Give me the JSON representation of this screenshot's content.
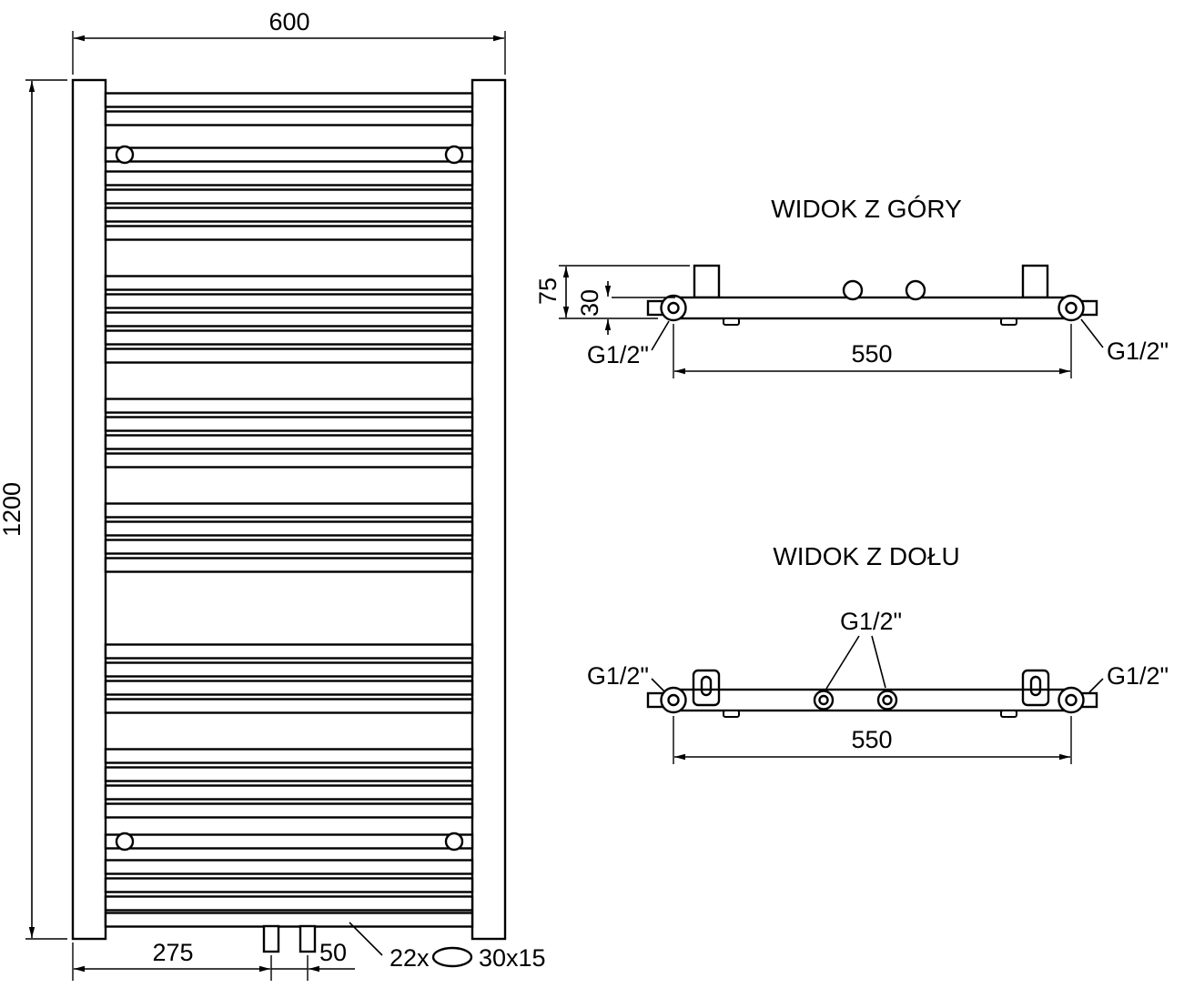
{
  "colors": {
    "line": "#000000",
    "background": "#ffffff"
  },
  "front_view": {
    "width_mm": "600",
    "height_mm": "1200",
    "bottom_offset_mm": "275",
    "bottom_spacing_mm": "50",
    "tube_count": "22x",
    "tube_profile": "30x15"
  },
  "top_view": {
    "title": "WIDOK Z GÓRY",
    "depth_mm": "75",
    "tube_depth_mm": "30",
    "connection_span_mm": "550",
    "left_connection": "G1/2\"",
    "right_connection": "G1/2\""
  },
  "bottom_view": {
    "title": "WIDOK Z DOŁU",
    "connection_span_mm": "550",
    "left_connection": "G1/2\"",
    "center_connection": "G1/2\"",
    "right_connection": "G1/2\""
  }
}
